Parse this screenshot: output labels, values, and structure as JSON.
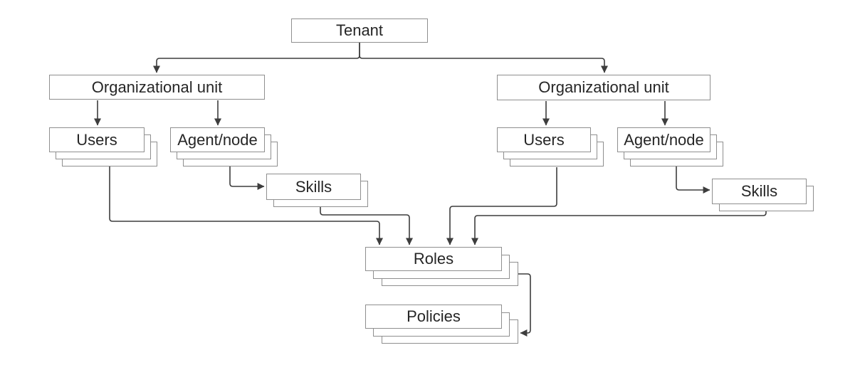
{
  "nodes": {
    "tenant": {
      "label": "Tenant",
      "stack": 1
    },
    "org_unit_left": {
      "label": "Organizational unit",
      "stack": 1
    },
    "users_left": {
      "label": "Users",
      "stack": 3
    },
    "agent_node_left": {
      "label": "Agent/node",
      "stack": 3
    },
    "skills_left": {
      "label": "Skills",
      "stack": 2
    },
    "org_unit_right": {
      "label": "Organizational unit",
      "stack": 1
    },
    "users_right": {
      "label": "Users",
      "stack": 3
    },
    "agent_node_right": {
      "label": "Agent/node",
      "stack": 3
    },
    "skills_right": {
      "label": "Skills",
      "stack": 2
    },
    "roles": {
      "label": "Roles",
      "stack": 3
    },
    "policies": {
      "label": "Policies",
      "stack": 3
    }
  },
  "edges": [
    {
      "from": "tenant",
      "to": "org_unit_left"
    },
    {
      "from": "tenant",
      "to": "org_unit_right"
    },
    {
      "from": "org_unit_left",
      "to": "users_left"
    },
    {
      "from": "org_unit_left",
      "to": "agent_node_left"
    },
    {
      "from": "agent_node_left",
      "to": "skills_left"
    },
    {
      "from": "org_unit_right",
      "to": "users_right"
    },
    {
      "from": "org_unit_right",
      "to": "agent_node_right"
    },
    {
      "from": "agent_node_right",
      "to": "skills_right"
    },
    {
      "from": "users_left",
      "to": "roles"
    },
    {
      "from": "skills_left",
      "to": "roles"
    },
    {
      "from": "users_right",
      "to": "roles"
    },
    {
      "from": "skills_right",
      "to": "roles"
    },
    {
      "from": "roles",
      "to": "policies"
    }
  ],
  "colors": {
    "background": "#ffffff",
    "box_fill": "#ffffff",
    "box_border": "#8f8f8f",
    "line": "#3d3d3d",
    "text": "#262626"
  }
}
